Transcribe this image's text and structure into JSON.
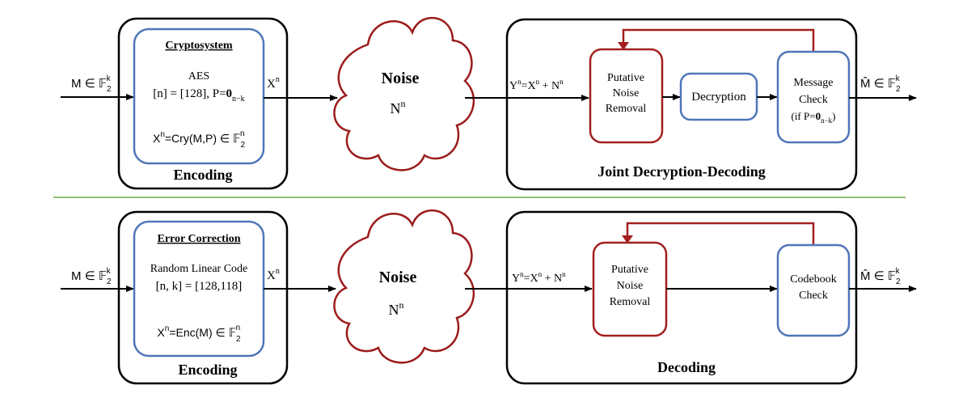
{
  "colors": {
    "block_border": "#000000",
    "inner_blue": "#4f76b8",
    "inner_red": "#a31f1f",
    "separator_green": "#6aaa3d",
    "cloud_red": "#9c1b1b",
    "arrow": "#000000"
  },
  "top": {
    "input_label": {
      "base": "M ∈ 𝔽",
      "sub": "2",
      "sup": "k"
    },
    "encoder_title": "Cryptosystem",
    "encoder_line1": "AES",
    "encoder_line2_a": "[n] = [128], P=",
    "encoder_line2_b": "0",
    "encoder_line2_sub": "n−k",
    "encoder_line3": {
      "base": "X",
      "sup": "n",
      "mid": "=Cry(M,P) ∈ 𝔽",
      "sub": "2",
      "sup2": "n"
    },
    "encoder_caption": "Encoding",
    "out_label": {
      "base": "X",
      "sup": "n"
    },
    "noise_title": "Noise",
    "noise_symbol": {
      "base": "N",
      "sup": "n"
    },
    "channel_label": {
      "a": "Y",
      "a_sup": "n",
      "b": "=X",
      "b_sup": "n",
      "c": " + N",
      "c_sup": "n"
    },
    "pnr_lines": [
      "Putative",
      "Noise",
      "Removal"
    ],
    "decryption_label": "Decryption",
    "check_lines": [
      "Message",
      "Check"
    ],
    "check_line3_a": "(if P=",
    "check_line3_b": "0",
    "check_line3_sub": "n−k",
    "check_line3_c": ")",
    "decoder_caption": "Joint Decryption-Decoding",
    "output_label": {
      "base": "M̂ ∈ 𝔽",
      "sub": "2",
      "sup": "k"
    }
  },
  "bottom": {
    "input_label": {
      "base": "M ∈ 𝔽",
      "sub": "2",
      "sup": "k"
    },
    "encoder_title": "Error Correction",
    "encoder_line1": "Random Linear Code",
    "encoder_line2": "[n, k] = [128,118]",
    "encoder_line3": {
      "base": "X",
      "sup": "n",
      "mid": "=Enc(M) ∈ 𝔽",
      "sub": "2",
      "sup2": "n"
    },
    "encoder_caption": "Encoding",
    "out_label": {
      "base": "X",
      "sup": "n"
    },
    "noise_title": "Noise",
    "noise_symbol": {
      "base": "N",
      "sup": "n"
    },
    "channel_label": {
      "a": "Y",
      "a_sup": "n",
      "b": "=X",
      "b_sup": "n",
      "c": " + N",
      "c_sup": "n"
    },
    "pnr_lines": [
      "Putative",
      "Noise",
      "Removal"
    ],
    "check_lines": [
      "Codebook",
      "Check"
    ],
    "decoder_caption": "Decoding",
    "output_label": {
      "base": "M̂ ∈ 𝔽",
      "sub": "2",
      "sup": "k"
    }
  }
}
